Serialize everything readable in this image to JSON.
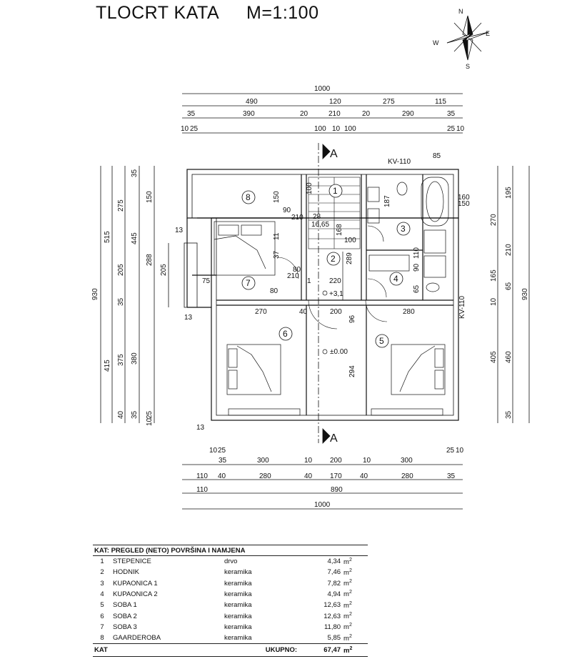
{
  "header": {
    "title": "TLOCRT KATA",
    "scale": "M=1:100"
  },
  "compass": {
    "n": "N",
    "e": "E",
    "s": "S",
    "w": "W"
  },
  "section_marks": {
    "top": "A",
    "bottom": "A"
  },
  "dimensions": {
    "top": {
      "row1": [
        "1000"
      ],
      "row2": [
        "490",
        "120",
        "275",
        "115"
      ],
      "row3": [
        "35",
        "390",
        "20",
        "210",
        "20",
        "290",
        "35"
      ],
      "row4": [
        "10",
        "25",
        "100",
        "10",
        "100",
        "25",
        "10"
      ]
    },
    "bottom": {
      "row1": [
        "10",
        "25",
        "35",
        "300",
        "10",
        "200",
        "10",
        "300",
        "25",
        "10"
      ],
      "row2": [
        "110",
        "40",
        "280",
        "40",
        "170",
        "40",
        "280",
        "35"
      ],
      "row3": [
        "110",
        "890"
      ],
      "row4": [
        "1000"
      ]
    },
    "left": {
      "outer": [
        "930"
      ],
      "col2": [
        "515",
        "415"
      ],
      "col3": [
        "275",
        "205",
        "35",
        "375",
        "40"
      ],
      "col4": [
        "35",
        "445",
        "380",
        "35"
      ],
      "col5": [
        "150",
        "288",
        "205",
        "25",
        "10"
      ]
    },
    "right": {
      "outer": [
        "930"
      ],
      "col2": [
        "195",
        "270",
        "210",
        "405",
        "460"
      ],
      "col3": [
        "165",
        "65",
        "35",
        "10"
      ]
    },
    "inner": [
      "150",
      "90",
      "210",
      "11",
      "80",
      "210",
      "37",
      "100",
      "28",
      "16,65",
      "168",
      "289",
      "100",
      "220",
      "200",
      "270",
      "280",
      "96",
      "294",
      "187",
      "110",
      "90",
      "65",
      "85",
      "160",
      "150",
      "75",
      "13",
      "13",
      "13",
      "40",
      "80",
      "1"
    ],
    "elevations": [
      "+3,1",
      "±0.00"
    ]
  },
  "fixtures": {
    "vent1": "KV-110",
    "vent2": "KV-110"
  },
  "room_numbers": [
    "1",
    "2",
    "3",
    "4",
    "5",
    "6",
    "7",
    "8"
  ],
  "table": {
    "title": "KAT: PREGLED (NETO) POVRŠINA I NAMJENA",
    "rows": [
      {
        "no": "1",
        "name": "STEPENICE",
        "material": "drvo",
        "area": "4,34",
        "unit": "m"
      },
      {
        "no": "2",
        "name": "HODNIK",
        "material": "keramika",
        "area": "7,46",
        "unit": "m"
      },
      {
        "no": "3",
        "name": "KUPAONICA 1",
        "material": "keramika",
        "area": "7,82",
        "unit": "m"
      },
      {
        "no": "4",
        "name": "KUPAONICA 2",
        "material": "keramika",
        "area": "4,94",
        "unit": "m"
      },
      {
        "no": "5",
        "name": "SOBA 1",
        "material": "keramika",
        "area": "12,63",
        "unit": "m"
      },
      {
        "no": "6",
        "name": "SOBA 2",
        "material": "keramika",
        "area": "12,63",
        "unit": "m"
      },
      {
        "no": "7",
        "name": "SOBA 3",
        "material": "keramika",
        "area": "11,80",
        "unit": "m"
      },
      {
        "no": "8",
        "name": "GAARDEROBA",
        "material": "keramika",
        "area": "5,85",
        "unit": "m"
      }
    ],
    "footer": {
      "label": "KAT",
      "total_label": "UKUPNO:",
      "total": "67,47",
      "unit": "m"
    }
  }
}
